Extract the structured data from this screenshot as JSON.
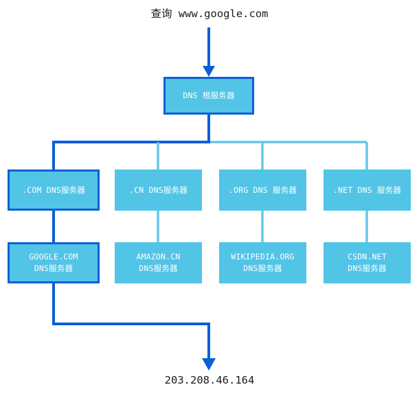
{
  "diagram": {
    "title_text": "查询 www.google.com",
    "result_text": "203.208.46.164",
    "colors": {
      "node_fill": "#52c4e6",
      "highlight_stroke": "#0b5fd9",
      "normal_stroke": "#52c4e6",
      "caption_text": "#1b1b1b",
      "node_text": "#ffffff"
    },
    "root": {
      "label": "DNS 根服务器",
      "highlighted": true
    },
    "tld_row": [
      {
        "label": ".COM DNS服务器",
        "highlighted": true
      },
      {
        "label": ".CN DNS服务器",
        "highlighted": false
      },
      {
        "label": ".ORG DNS 服务器",
        "highlighted": false
      },
      {
        "label": ".NET DNS 服务器",
        "highlighted": false
      }
    ],
    "authoritative_row": [
      {
        "line1": "GOOGLE.COM",
        "line2": "DNS服务器",
        "highlighted": true
      },
      {
        "line1": "AMAZON.CN",
        "line2": "DNS服务器",
        "highlighted": false
      },
      {
        "line1": "WIKIPEDIA.ORG",
        "line2": "DNS服务器",
        "highlighted": false
      },
      {
        "line1": "CSDN.NET",
        "line2": "DNS服务器",
        "highlighted": false
      }
    ]
  }
}
